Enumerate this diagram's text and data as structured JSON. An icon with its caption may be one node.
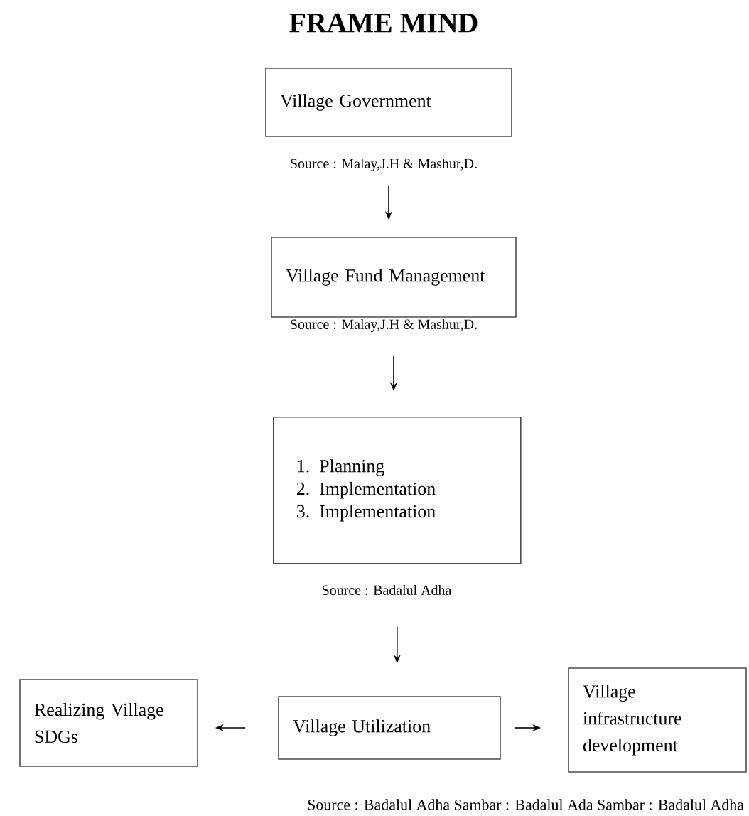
{
  "diagram": {
    "title": "FRAME MIND",
    "nodes": [
      {
        "text": [
          "Village Government"
        ],
        "beside": [
          "Source : Malay,J.H & Mashur,D."
        ]
      },
      {
        "text": [
          "Village Fund Management"
        ],
        "beside": [
          "Source : Malay,J.H & Mashur,D."
        ]
      },
      {
        "text": [
          "1. Planning",
          "2. Implementation",
          "3. Implementation"
        ],
        "beside": [
          "Source : Badalul Adha"
        ]
      },
      {
        "text": [
          "Realizing Village SDGs"
        ]
      },
      {
        "text": [
          "Village Utilization"
        ]
      },
      {
        "text": [
          "Village infrastructure development"
        ]
      }
    ],
    "edges": [
      {
        "from": 0,
        "to": 1,
        "arrow": "to"
      },
      {
        "from": 1,
        "to": 2,
        "arrow": "to"
      },
      {
        "from": 2,
        "to": 4,
        "arrow": "to"
      },
      {
        "from": 4,
        "to": 3,
        "arrow": "to"
      },
      {
        "from": 4,
        "to": 5,
        "arrow": "to"
      }
    ],
    "labels": [
      "Source : Badalul Adha Sambar : Badalul Ada Sambar : Badalul Adha"
    ]
  }
}
